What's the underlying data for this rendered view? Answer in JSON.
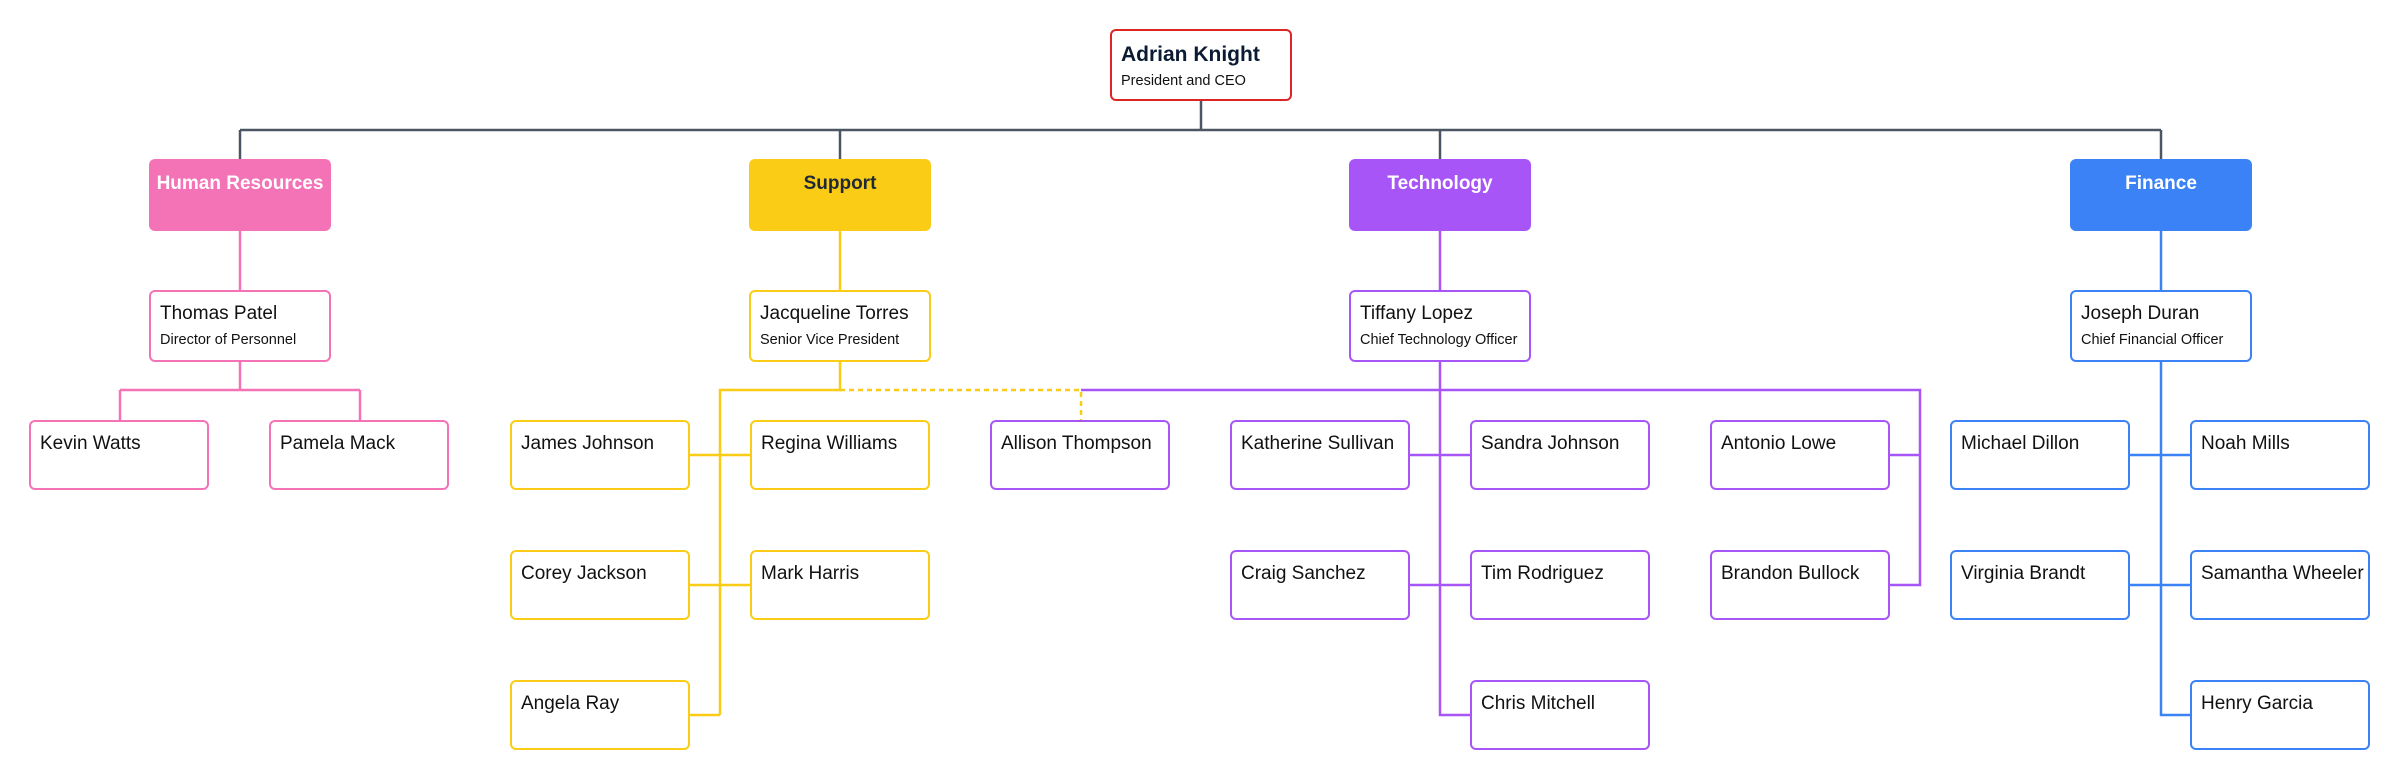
{
  "root": {
    "name": "Adrian Knight",
    "title": "President and CEO",
    "color": "#dc2626"
  },
  "departments": [
    {
      "key": "hr",
      "label": "Human Resources",
      "color": "#f472b6",
      "text_color": "#ffffff",
      "head": {
        "name": "Thomas Patel",
        "title": "Director of Personnel"
      },
      "members": [
        {
          "name": "Kevin Watts"
        },
        {
          "name": "Pamela Mack"
        }
      ]
    },
    {
      "key": "support",
      "label": "Support",
      "color": "#facc15",
      "text_color": "#1f2937",
      "head": {
        "name": "Jacqueline Torres",
        "title": "Senior Vice President"
      },
      "members": [
        {
          "name": "James Johnson"
        },
        {
          "name": "Regina Williams"
        },
        {
          "name": "Corey Jackson"
        },
        {
          "name": "Mark Harris"
        },
        {
          "name": "Angela Ray"
        }
      ]
    },
    {
      "key": "tech",
      "label": "Technology",
      "color": "#a855f7",
      "text_color": "#ffffff",
      "head": {
        "name": "Tiffany Lopez",
        "title": "Chief Technology Officer"
      },
      "members": [
        {
          "name": "Allison Thompson"
        },
        {
          "name": "Katherine Sullivan"
        },
        {
          "name": "Sandra Johnson"
        },
        {
          "name": "Antonio Lowe"
        },
        {
          "name": "Craig Sanchez"
        },
        {
          "name": "Tim Rodriguez"
        },
        {
          "name": "Brandon Bullock"
        },
        {
          "name": "Chris Mitchell"
        }
      ]
    },
    {
      "key": "finance",
      "label": "Finance",
      "color": "#3b82f6",
      "text_color": "#ffffff",
      "head": {
        "name": "Joseph Duran",
        "title": "Chief Financial Officer"
      },
      "members": [
        {
          "name": "Michael Dillon"
        },
        {
          "name": "Noah Mills"
        },
        {
          "name": "Virginia Brandt"
        },
        {
          "name": "Samantha Wheeler"
        },
        {
          "name": "Henry Garcia"
        }
      ]
    }
  ],
  "connector_color": "#4b5563"
}
